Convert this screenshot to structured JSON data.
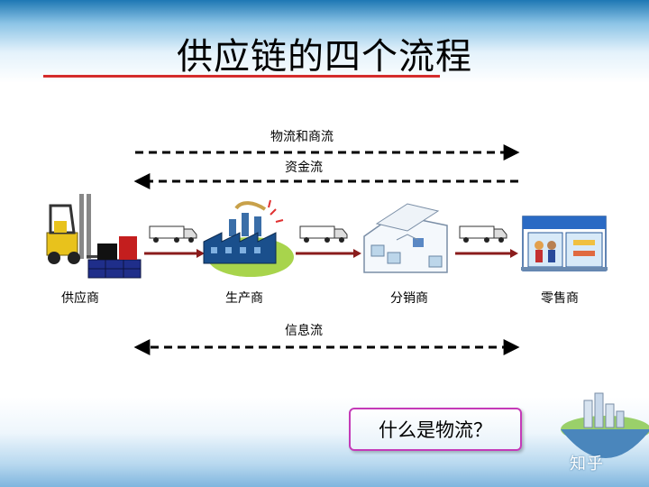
{
  "title": "供应链的四个流程",
  "flows": {
    "logistics_business": "物流和商流",
    "capital": "资金流",
    "information": "信息流"
  },
  "nodes": [
    {
      "label": "供应商",
      "icon": "forklift-icon"
    },
    {
      "label": "生产商",
      "icon": "factory-icon"
    },
    {
      "label": "分销商",
      "icon": "warehouse-icon"
    },
    {
      "label": "零售商",
      "icon": "storefront-icon"
    }
  ],
  "question": "什么是物流？",
  "watermark": "知乎",
  "colors": {
    "title_underline": "#d42c2c",
    "question_border": "#c43ab8",
    "connector": "#8a1c1c",
    "header_band": "#1e78b4"
  }
}
